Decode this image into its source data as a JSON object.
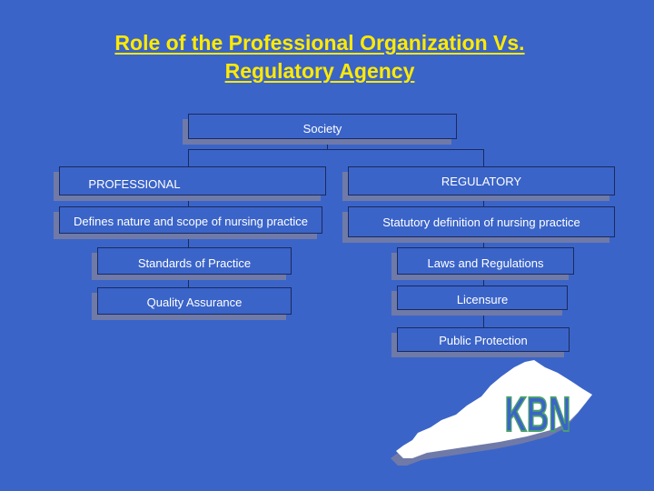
{
  "title": {
    "line1": "Role of the Professional Organization Vs.",
    "line2": "Regulatory Agency"
  },
  "nodes": {
    "society": "Society",
    "professional": "PROFESSIONAL",
    "regulatory": "REGULATORY",
    "prof_definition": "Defines nature and scope of nursing practice",
    "reg_definition": "Statutory definition of nursing practice",
    "standards": "Standards of Practice",
    "laws": "Laws and Regulations",
    "quality": "Quality Assurance",
    "licensure": "Licensure",
    "public_protection": "Public Protection"
  },
  "logo": {
    "text": "KBN"
  },
  "colors": {
    "background": "#3b64c8",
    "title": "#ffea00",
    "box_text": "#ffffff",
    "box_border": "#1a2a5e",
    "box_shadow": "#6f7aa8",
    "state_fill": "#ffffff",
    "logo_fill": "#3b64c8",
    "logo_outline": "#4aa06e"
  }
}
